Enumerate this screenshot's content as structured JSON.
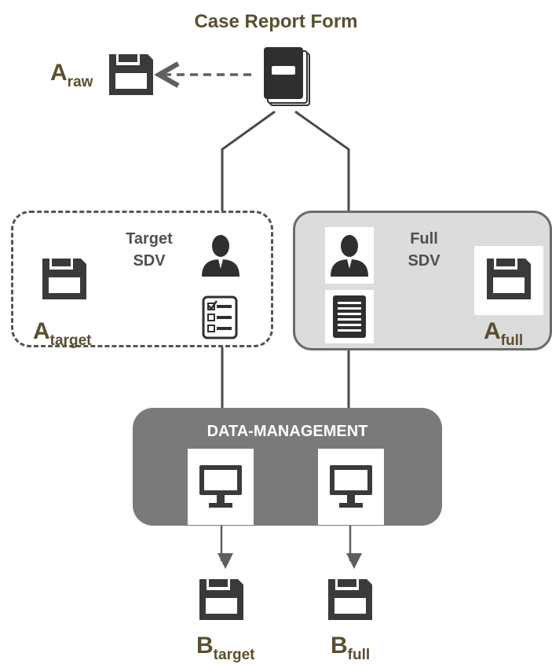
{
  "title": "Case Report Form",
  "labels": {
    "a_raw": {
      "main": "A",
      "sub": "raw"
    },
    "a_target": {
      "main": "A",
      "sub": "target"
    },
    "a_full": {
      "main": "A",
      "sub": "full"
    },
    "b_target": {
      "main": "B",
      "sub": "target"
    },
    "b_full": {
      "main": "B",
      "sub": "full"
    }
  },
  "target_sdv": {
    "line1": "Target",
    "line2": "SDV"
  },
  "full_sdv": {
    "line1": "Full",
    "line2": "SDV"
  },
  "data_management": "DATA-MANAGEMENT"
}
